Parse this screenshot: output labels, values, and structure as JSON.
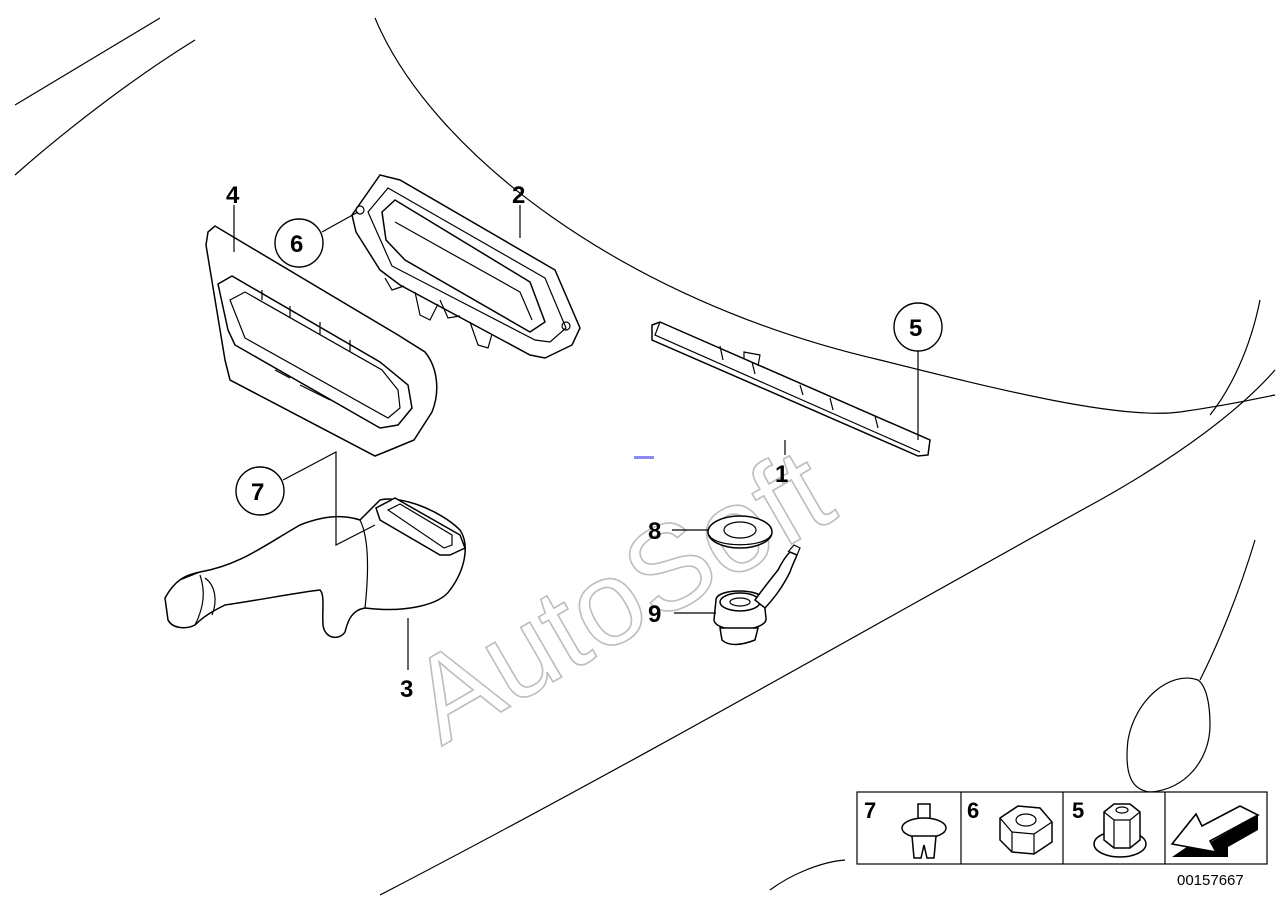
{
  "callouts": [
    {
      "id": "1",
      "label": "1"
    },
    {
      "id": "2",
      "label": "2"
    },
    {
      "id": "3",
      "label": "3"
    },
    {
      "id": "4",
      "label": "4"
    },
    {
      "id": "5",
      "label": "5"
    },
    {
      "id": "6",
      "label": "6"
    },
    {
      "id": "7",
      "label": "7"
    },
    {
      "id": "8",
      "label": "8"
    },
    {
      "id": "9",
      "label": "9"
    }
  ],
  "legend": {
    "cells": [
      {
        "label": "7",
        "icon": "push-rivet-icon"
      },
      {
        "label": "6",
        "icon": "hex-nut-icon"
      },
      {
        "label": "5",
        "icon": "flange-nut-icon"
      }
    ],
    "arrow_icon": "direction-arrow-icon"
  },
  "diagram_id": "00157667",
  "watermark": "AutoSoft"
}
